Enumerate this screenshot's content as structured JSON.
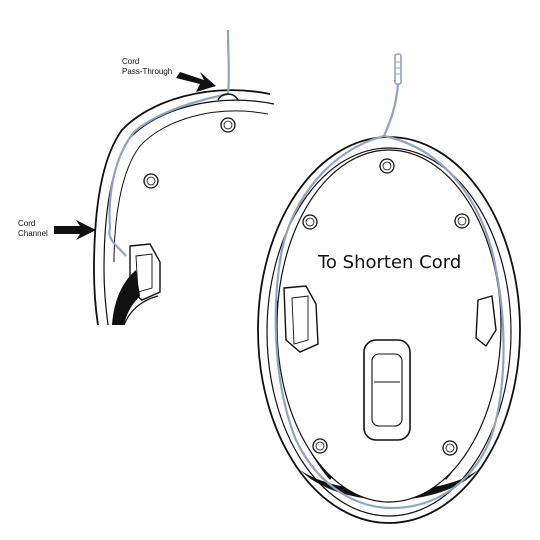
{
  "callouts": {
    "pass_through": {
      "line1": "Cord",
      "line2": "Pass-Through"
    },
    "channel": {
      "line1": "Cord",
      "line2": "Channel"
    }
  },
  "title": "To Shorten Cord",
  "colors": {
    "cord": "#8fa3c4",
    "outline": "#111111",
    "fill": "#ffffff",
    "dark": "#111111"
  },
  "icons": [
    "arrow-pointer-icon",
    "mouse-feet-icon"
  ]
}
